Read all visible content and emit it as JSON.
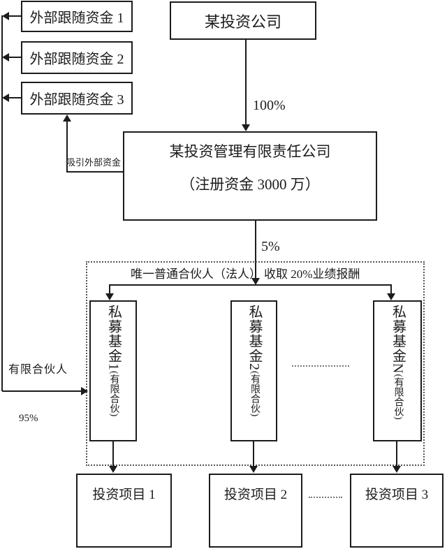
{
  "colors": {
    "line": "#1c1c1c",
    "background": "#ffffff"
  },
  "external_funds": [
    {
      "label": "外部跟随资金 1"
    },
    {
      "label": "外部跟随资金 2"
    },
    {
      "label": "外部跟随资金 3"
    }
  ],
  "top_company": {
    "label": "某投资公司"
  },
  "ownership_pct": "100%",
  "management_company": {
    "line1": "某投资管理有限责任公司",
    "line2": "（注册资金 3000 万）"
  },
  "attract_label": "吸引外部资金",
  "gp_pct": "5%",
  "gp_label": "唯一普通合伙人（法人）",
  "fee_label": "收取 20%业绩报酬",
  "funds": [
    {
      "main": "私募基金1",
      "sub": "(有限合伙)"
    },
    {
      "main": "私募基金2",
      "sub": "(有限合伙)"
    },
    {
      "main": "私募基金N",
      "sub": "(有限合伙)"
    }
  ],
  "lp_label": "有限合伙人",
  "lp_pct": "95%",
  "projects": [
    {
      "label": "投资项目 1"
    },
    {
      "label": "投资项目 2"
    },
    {
      "label": "投资项目 3"
    }
  ]
}
